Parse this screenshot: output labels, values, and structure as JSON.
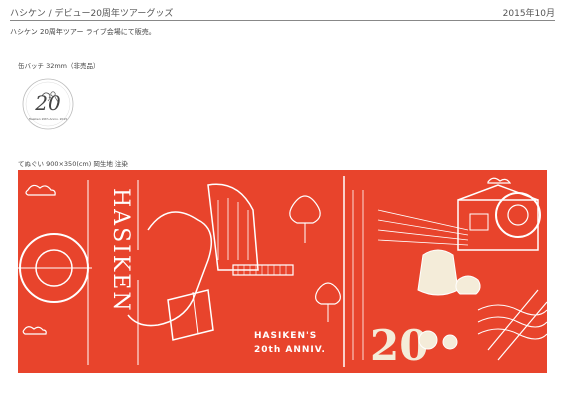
{
  "header": {
    "title": "ハシケン / デビュー20周年ツアーグッズ",
    "date": "2015年10月"
  },
  "intro": "ハシケン 20周年ツアー ライブ会場にて販売。",
  "badge": {
    "label": "缶バッチ 32mm（非売品）",
    "number": "20",
    "ring_text": "Hasiken 20th Anniv. 2015",
    "colors": {
      "line": "#444444",
      "bg": "#ffffff"
    }
  },
  "towel": {
    "label": "てぬぐい 900×350(cm) 岡生地 注染",
    "vertical_text": "HASIKEN",
    "caption_line1": "HASIKEN'S",
    "caption_line2": "20th ANNIV.",
    "colors": {
      "bg": "#e8442c",
      "line": "#ffffff",
      "cream": "#f4ecd9"
    }
  }
}
